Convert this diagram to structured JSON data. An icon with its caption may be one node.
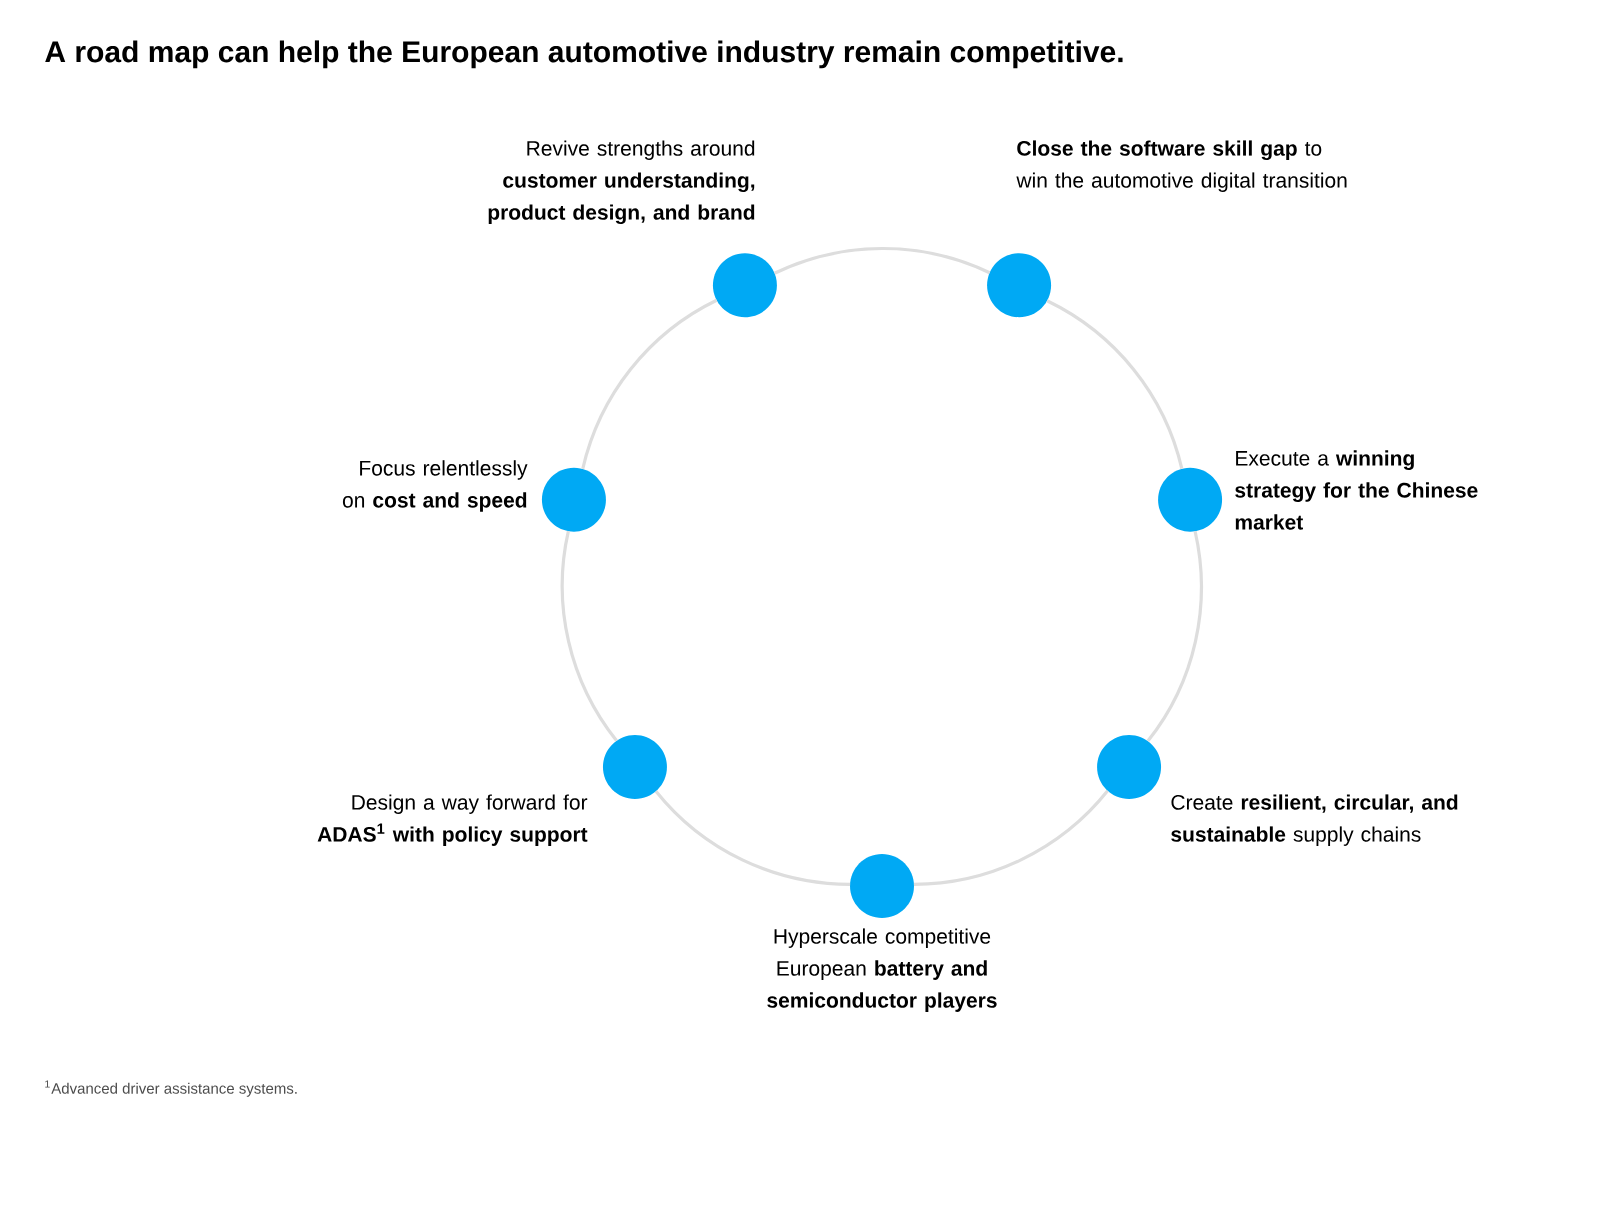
{
  "diagram": {
    "title": "A road map can help the European automotive industry remain competitive.",
    "nodes": [
      {
        "text": [],
        "shape": "circle",
        "beside": [
          "Revive strengths around **customer understanding, product design, and brand**"
        ]
      },
      {
        "text": [],
        "shape": "circle",
        "beside": [
          "**Close the software skill gap** to win the automotive digital transition"
        ]
      },
      {
        "text": [],
        "shape": "circle",
        "beside": [
          "Execute a **winning strategy for the Chinese market**"
        ]
      },
      {
        "text": [],
        "shape": "circle",
        "beside": [
          "Create **resilient, circular, and sustainable** supply chains"
        ]
      },
      {
        "text": [],
        "shape": "circle",
        "beside": [
          "Hyperscale competitive European **battery and semiconductor players**"
        ]
      },
      {
        "text": [],
        "shape": "circle",
        "beside": [
          "Design a way forward for **ADAS$^{1}$ with policy support**"
        ]
      },
      {
        "text": [],
        "shape": "circle",
        "beside": [
          "Focus relentlessly on **cost and speed**"
        ]
      }
    ],
    "edges": [
      {
        "from": 0,
        "to": 1,
        "arrow": "none"
      },
      {
        "from": 1,
        "to": 2,
        "arrow": "none"
      },
      {
        "from": 2,
        "to": 3,
        "arrow": "none"
      },
      {
        "from": 3,
        "to": 4,
        "arrow": "none"
      },
      {
        "from": 4,
        "to": 5,
        "arrow": "none"
      },
      {
        "from": 5,
        "to": 6,
        "arrow": "none"
      },
      {
        "from": 6,
        "to": 0,
        "arrow": "none"
      }
    ],
    "labels": [
      "$^{1}$Advanced driver assistance systems."
    ]
  }
}
